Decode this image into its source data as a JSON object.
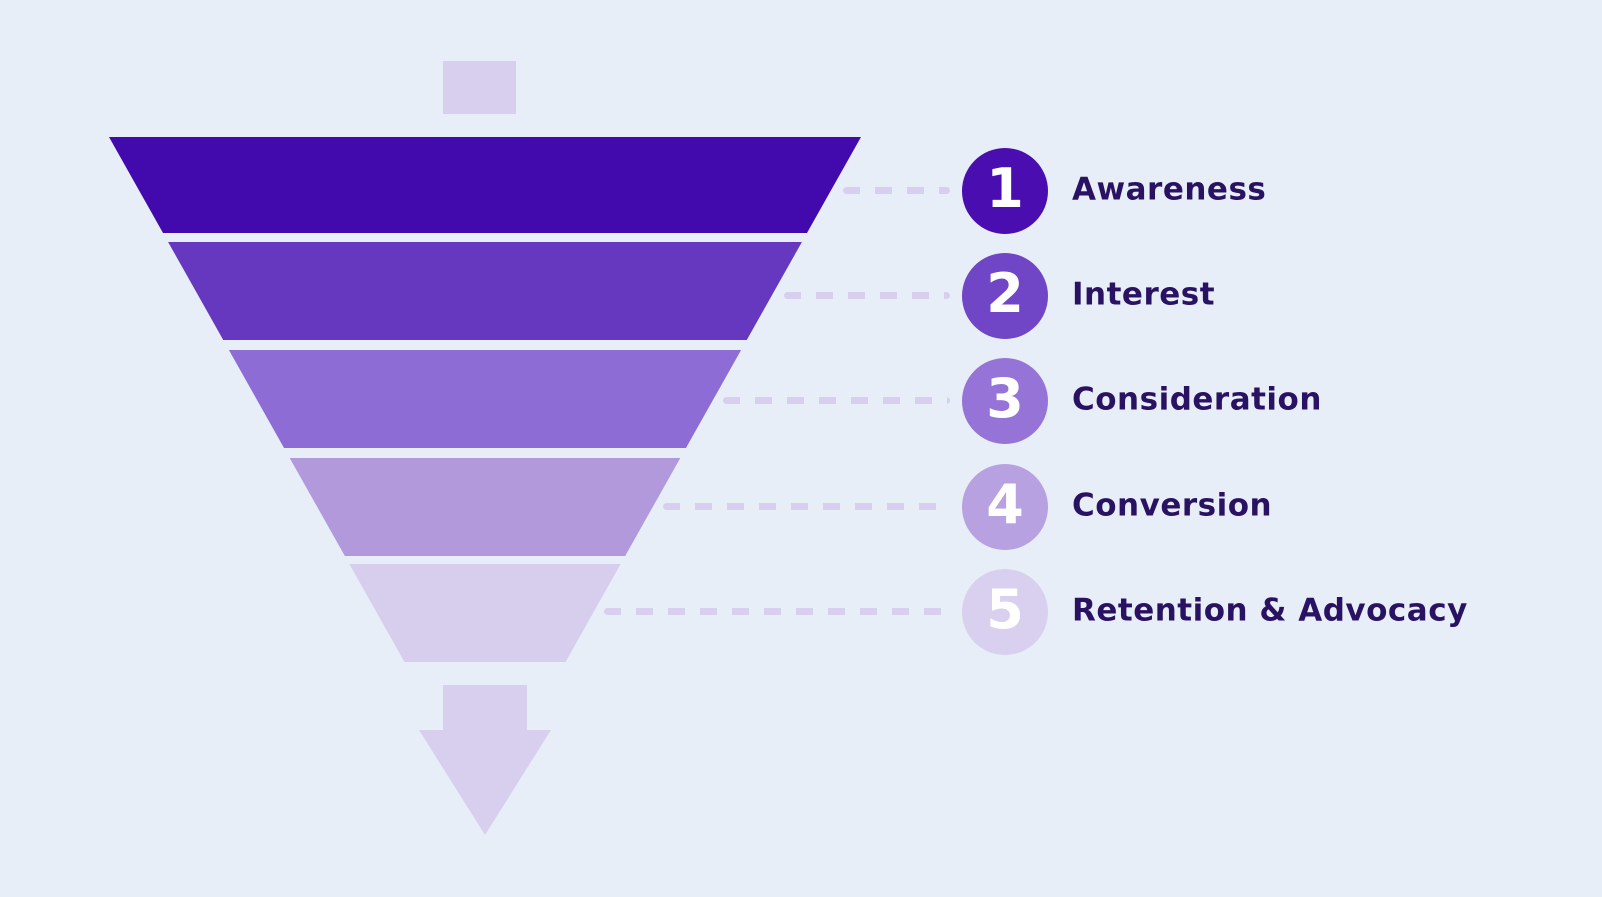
{
  "background_color": "#e8eef7",
  "diagram": {
    "type": "marketing-funnel",
    "label_color": "#2a1263",
    "accents": {
      "top_rect_color": "#d8cfee",
      "arrow_color": "#d8cfee",
      "dash_color": "#d8cfee"
    },
    "stages": [
      {
        "number": "1",
        "label": "Awareness",
        "funnel_color": "#4209ad",
        "circle_color": "#4a0db0"
      },
      {
        "number": "2",
        "label": "Interest",
        "funnel_color": "#6538bf",
        "circle_color": "#7045c6"
      },
      {
        "number": "3",
        "label": "Consideration",
        "funnel_color": "#8d6cd5",
        "circle_color": "#9674d7"
      },
      {
        "number": "4",
        "label": "Conversion",
        "funnel_color": "#b199dc",
        "circle_color": "#b8a1e0"
      },
      {
        "number": "5",
        "label": "Retention & Advocacy",
        "funnel_color": "#d7cdec",
        "circle_color": "#d9cfee"
      }
    ]
  }
}
